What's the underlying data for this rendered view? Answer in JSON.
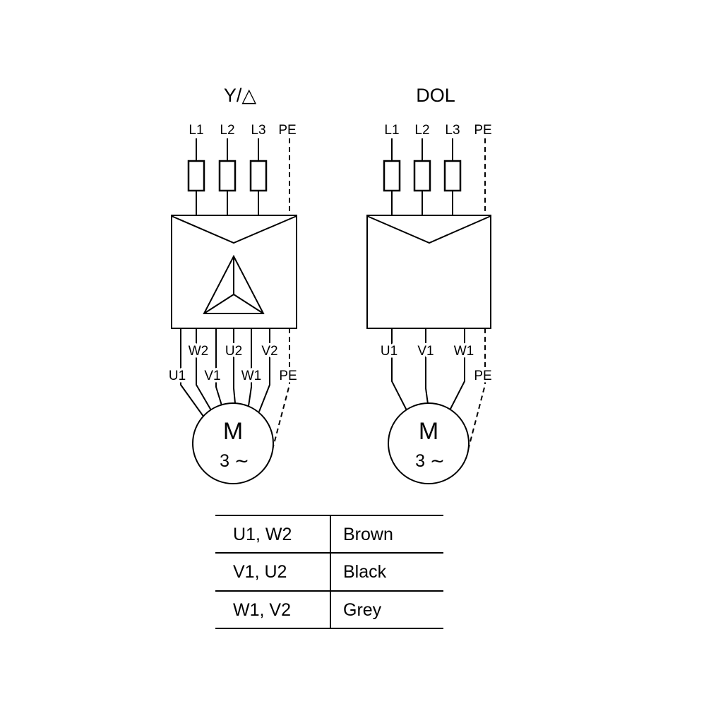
{
  "star_delta": {
    "title": "Y/△",
    "supply": [
      "L1",
      "L2",
      "L3",
      "PE"
    ],
    "terminals_upper": [
      "W2",
      "U2",
      "V2"
    ],
    "terminals_lower": [
      "U1",
      "V1",
      "W1"
    ],
    "pe_label": "PE",
    "motor_letter": "M",
    "motor_phase": "3 ∼"
  },
  "dol": {
    "title": "DOL",
    "supply": [
      "L1",
      "L2",
      "L3",
      "PE"
    ],
    "terminals": [
      "U1",
      "V1",
      "W1"
    ],
    "pe_label": "PE",
    "motor_letter": "M",
    "motor_phase": "3 ∼"
  },
  "wire_color_table": {
    "rows": [
      {
        "terminals": "U1, W2",
        "color": "Brown"
      },
      {
        "terminals": "V1, U2",
        "color": "Black"
      },
      {
        "terminals": "W1, V2",
        "color": "Grey"
      }
    ]
  },
  "colors": {
    "line": "#000000",
    "background": "#ffffff"
  }
}
